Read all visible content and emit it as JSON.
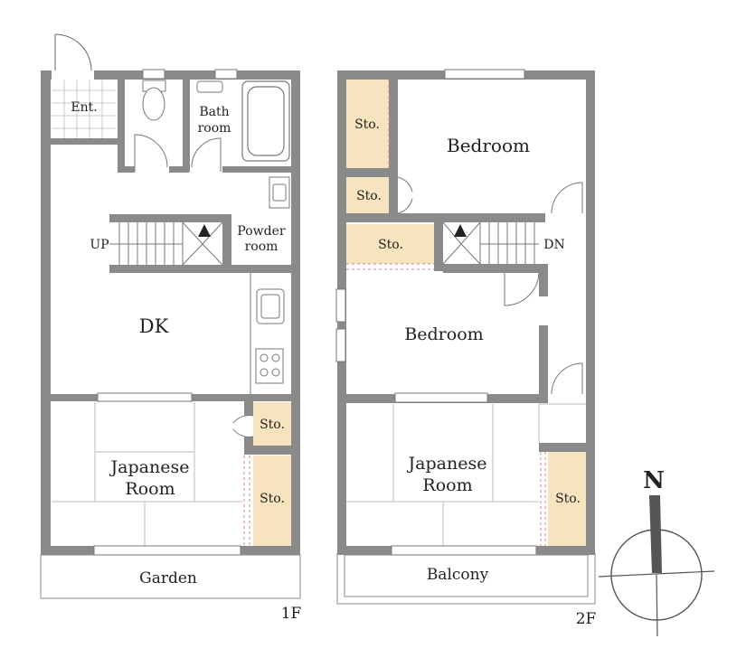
{
  "floor1": {
    "floor_label": "1F",
    "rooms": {
      "entrance": "Ent.",
      "bath": "Bath room",
      "powder": "Powder room",
      "dk": "DK",
      "japanese": "Japanese Room",
      "storage_a": "Sto.",
      "storage_b": "Sto.",
      "garden": "Garden"
    },
    "stairs_label": "UP"
  },
  "floor2": {
    "floor_label": "2F",
    "rooms": {
      "bedroom_north": "Bedroom",
      "bedroom_middle": "Bedroom",
      "japanese": "Japanese Room",
      "storage_tall": "Sto.",
      "storage_small": "Sto.",
      "storage_wide": "Sto.",
      "storage_japanese": "Sto.",
      "balcony": "Balcony"
    },
    "stairs_label": "DN"
  },
  "compass": {
    "north_label": "N"
  },
  "colors": {
    "wall": "#8a8a8a",
    "storage_fill": "#f7e3bd",
    "line": "#555555"
  }
}
